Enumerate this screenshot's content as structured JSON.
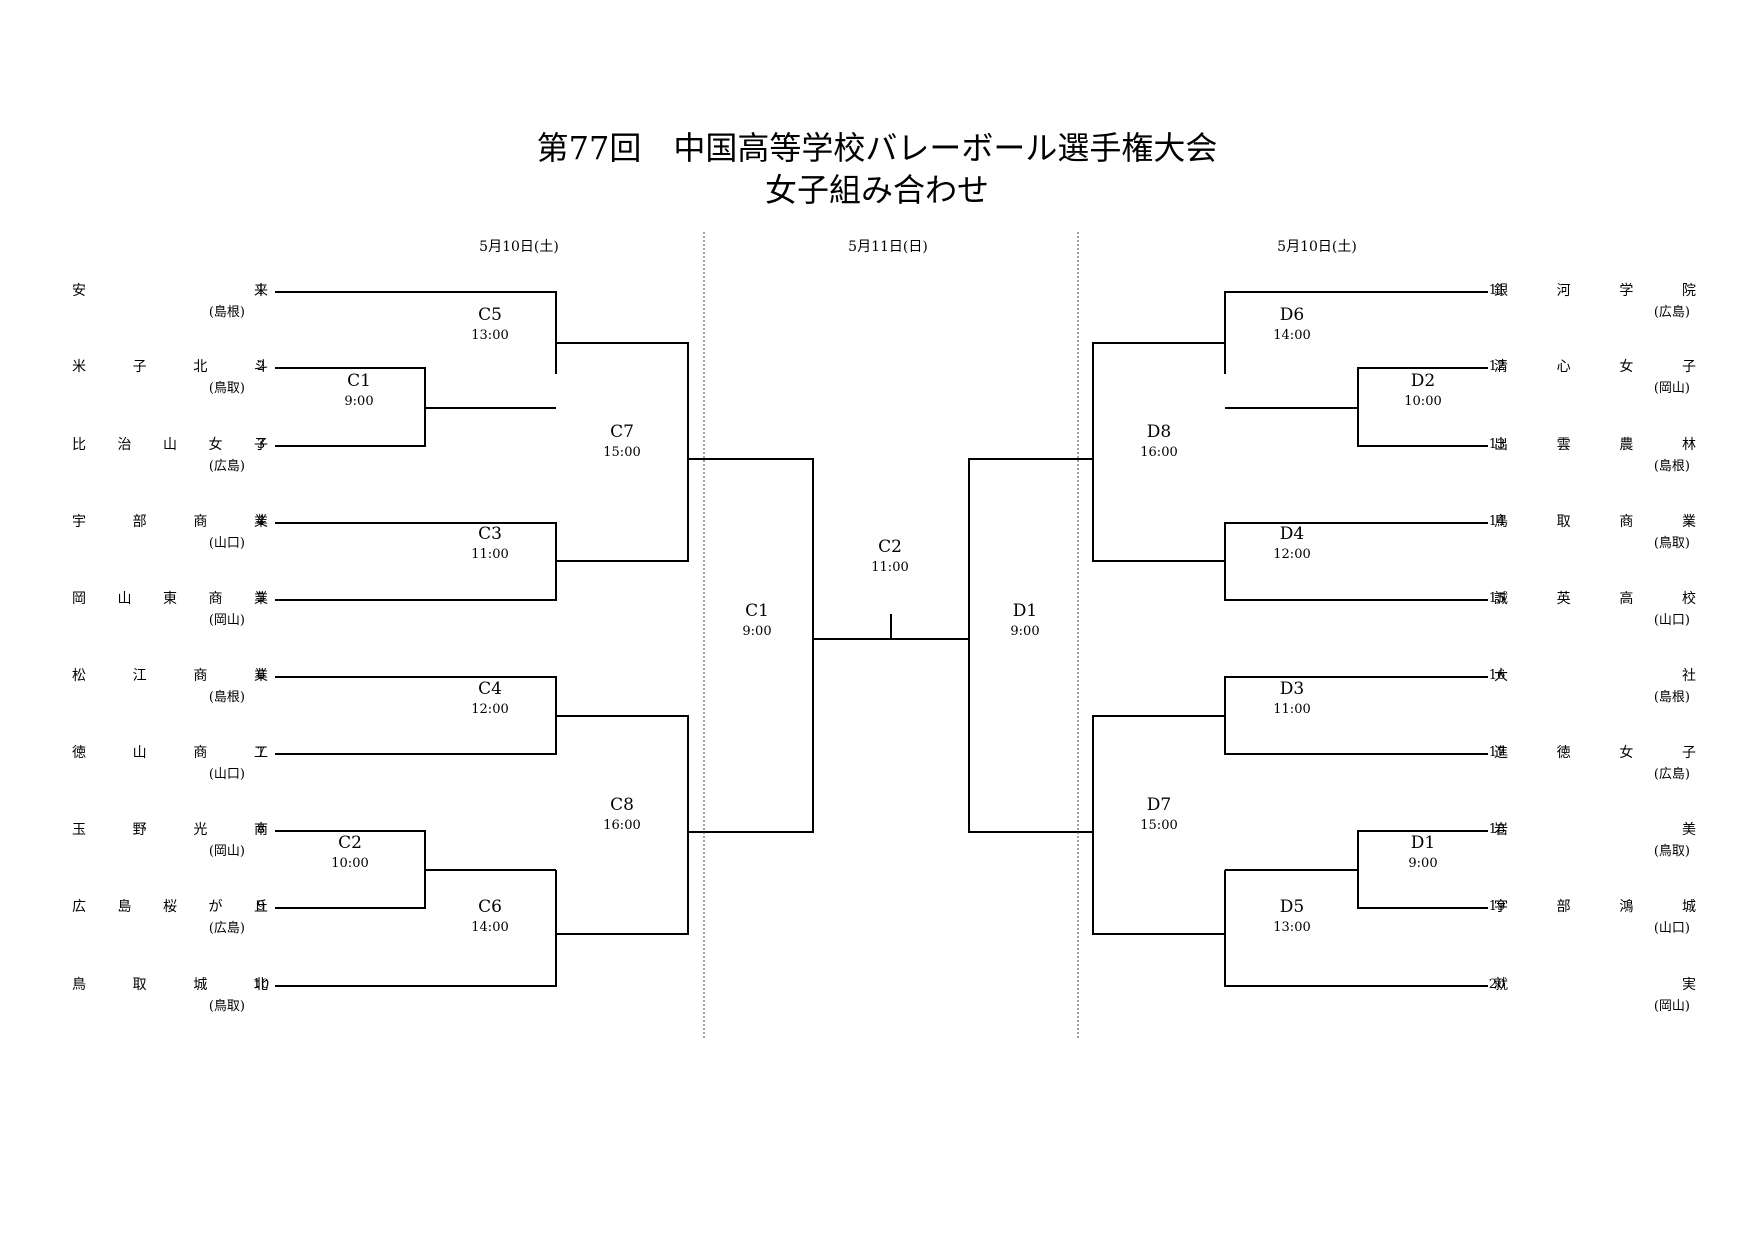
{
  "title": {
    "line1": "第77回　中国高等学校バレーボール選手権大会",
    "line2": "女子組み合わせ"
  },
  "dates": {
    "left": "5月10日(土)",
    "center": "5月11日(日)",
    "right": "5月10日(土)"
  },
  "teams_left": [
    {
      "num": "1",
      "name": "安来",
      "pref": "(島根)"
    },
    {
      "num": "2",
      "name": "米子北斗",
      "pref": "(鳥取)"
    },
    {
      "num": "3",
      "name": "比治山女子",
      "pref": "(広島)"
    },
    {
      "num": "4",
      "name": "宇部商業",
      "pref": "(山口)"
    },
    {
      "num": "5",
      "name": "岡山東商業",
      "pref": "(岡山)"
    },
    {
      "num": "6",
      "name": "松江商業",
      "pref": "(島根)"
    },
    {
      "num": "7",
      "name": "徳山商工",
      "pref": "(山口)"
    },
    {
      "num": "8",
      "name": "玉野光南",
      "pref": "(岡山)"
    },
    {
      "num": "9",
      "name": "広島桜が丘",
      "pref": "(広島)"
    },
    {
      "num": "10",
      "name": "鳥取城北",
      "pref": "(鳥取)"
    }
  ],
  "teams_right": [
    {
      "num": "11",
      "name": "銀河学院",
      "pref": "(広島)"
    },
    {
      "num": "12",
      "name": "清心女子",
      "pref": "(岡山)"
    },
    {
      "num": "13",
      "name": "出雲農林",
      "pref": "(島根)"
    },
    {
      "num": "14",
      "name": "鳥取商業",
      "pref": "(鳥取)"
    },
    {
      "num": "15",
      "name": "誠英高校",
      "pref": "(山口)"
    },
    {
      "num": "16",
      "name": "大社",
      "pref": "(島根)"
    },
    {
      "num": "17",
      "name": "進徳女子",
      "pref": "(広島)"
    },
    {
      "num": "18",
      "name": "岩美",
      "pref": "(鳥取)"
    },
    {
      "num": "19",
      "name": "宇部鴻城",
      "pref": "(山口)"
    },
    {
      "num": "20",
      "name": "就実",
      "pref": "(岡山)"
    }
  ],
  "matches": {
    "C1a": {
      "id": "C1",
      "time": "9:00"
    },
    "C2a": {
      "id": "C2",
      "time": "10:00"
    },
    "C3": {
      "id": "C3",
      "time": "11:00"
    },
    "C4": {
      "id": "C4",
      "time": "12:00"
    },
    "C5": {
      "id": "C5",
      "time": "13:00"
    },
    "C6": {
      "id": "C6",
      "time": "14:00"
    },
    "C7": {
      "id": "C7",
      "time": "15:00"
    },
    "C8": {
      "id": "C8",
      "time": "16:00"
    },
    "C1b": {
      "id": "C1",
      "time": "9:00"
    },
    "C2b": {
      "id": "C2",
      "time": "11:00"
    },
    "D1b": {
      "id": "D1",
      "time": "9:00"
    },
    "D1a": {
      "id": "D1",
      "time": "9:00"
    },
    "D2": {
      "id": "D2",
      "time": "10:00"
    },
    "D3": {
      "id": "D3",
      "time": "11:00"
    },
    "D4": {
      "id": "D4",
      "time": "12:00"
    },
    "D5": {
      "id": "D5",
      "time": "13:00"
    },
    "D6": {
      "id": "D6",
      "time": "14:00"
    },
    "D7": {
      "id": "D7",
      "time": "15:00"
    },
    "D8": {
      "id": "D8",
      "time": "16:00"
    }
  }
}
